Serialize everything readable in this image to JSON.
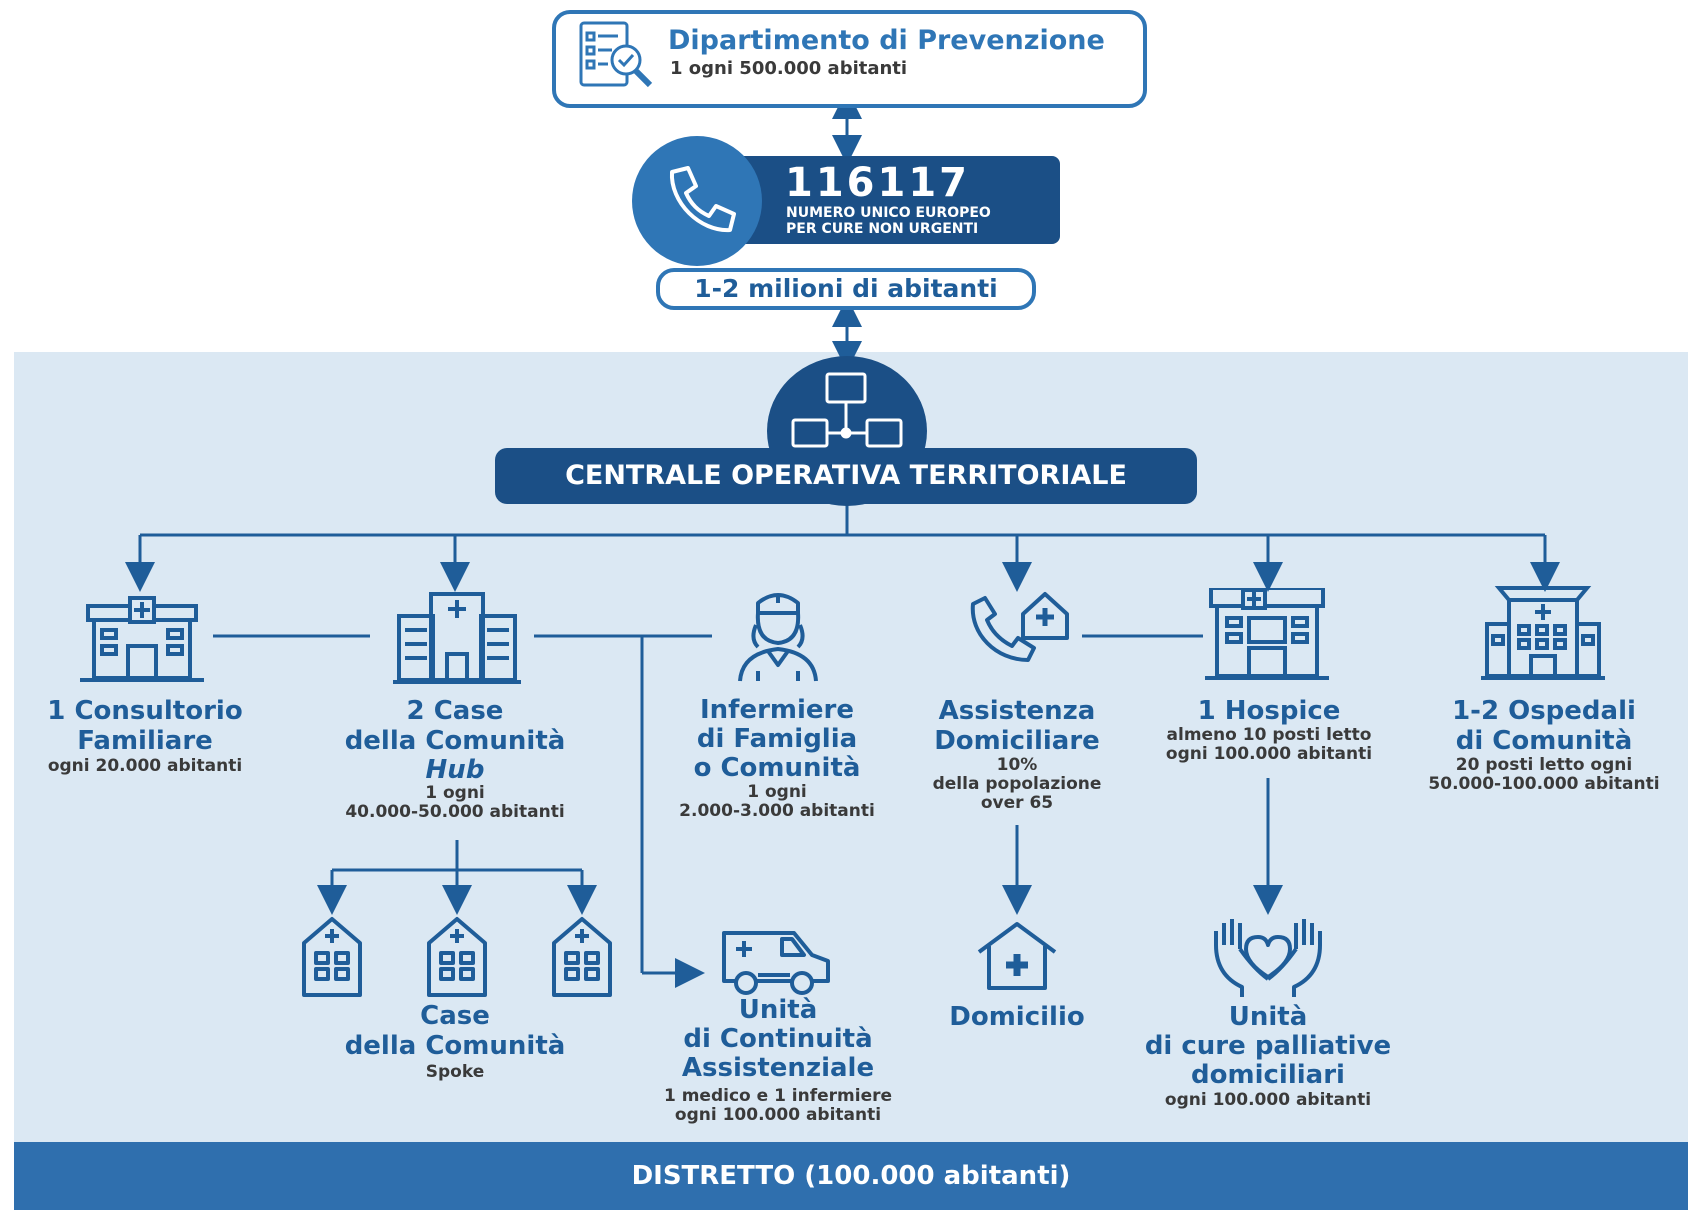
{
  "top": {
    "dept_title": "Dipartimento di Prevenzione",
    "dept_sub": "1 ogni 500.000 abitanti",
    "number": "116117",
    "number_line1": "NUMERO UNICO EUROPEO",
    "number_line2": "PER CURE NON URGENTI",
    "population": "1-2 milioni di abitanti",
    "cot_label": "CENTRALE OPERATIVA TERRITORIALE"
  },
  "nodes": {
    "consultorio": {
      "title1": "1 Consultorio",
      "title2": "Familiare",
      "sub1": "ogni 20.000 abitanti"
    },
    "case_hub": {
      "title1": "2 Case",
      "title2": "della Comunità",
      "title3": "Hub",
      "sub1": "1 ogni",
      "sub2": "40.000-50.000 abitanti"
    },
    "infermiere": {
      "title1": "Infermiere",
      "title2": "di Famiglia",
      "title3": "o Comunità",
      "sub1": "1 ogni",
      "sub2": "2.000-3.000 abitanti"
    },
    "assistenza": {
      "title1": "Assistenza",
      "title2": "Domiciliare",
      "sub1": "10%",
      "sub2": "della popolazione",
      "sub3": "over 65"
    },
    "hospice": {
      "title1": "1 Hospice",
      "sub1": "almeno 10 posti letto",
      "sub2": "ogni 100.000 abitanti"
    },
    "ospedali": {
      "title1": "1-2 Ospedali",
      "title2": "di Comunità",
      "sub1": "20 posti letto ogni",
      "sub2": "50.000-100.000 abitanti"
    },
    "case_spoke": {
      "title1": "Case",
      "title2": "della Comunità",
      "sub1": "Spoke"
    },
    "uca": {
      "title1": "Unità",
      "title2": "di Continuità",
      "title3": "Assistenziale",
      "sub1": "1 medico e 1 infermiere",
      "sub2": "ogni 100.000 abitanti"
    },
    "domicilio": {
      "title1": "Domicilio"
    },
    "ucp": {
      "title1": "Unità",
      "title2": "di cure palliative",
      "title3": "domiciliari",
      "sub1": "ogni 100.000 abitanti"
    }
  },
  "footer": {
    "label": "DISTRETTO (100.000 abitanti)"
  },
  "colors": {
    "primary": "#1f5d99",
    "dark": "#1b4f86",
    "panel": "#dbe8f3",
    "footer": "#2f6fae"
  }
}
